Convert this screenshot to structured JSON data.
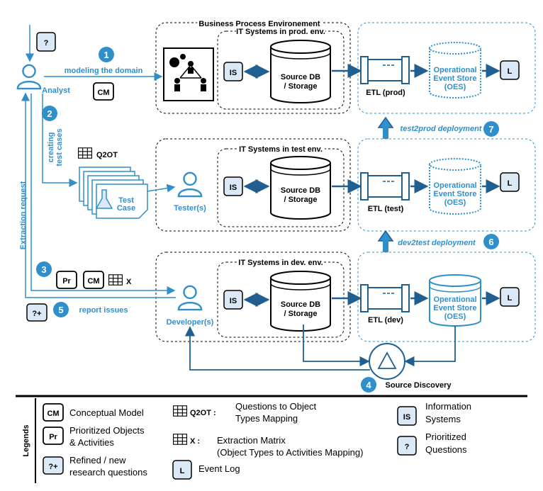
{
  "groups": {
    "business": "Business Process Environement",
    "prod_it": "IT Systems in prod. env.",
    "test_it": "IT Systems in test env.",
    "dev_it": "IT Systems in dev. env."
  },
  "nodes": {
    "is": "IS",
    "source_db_1": "Source DB",
    "source_db_2": "/ Storage",
    "oes_1": "Operational",
    "oes_2": "Event Store",
    "oes_3": "(OES)",
    "etl_prod": "ETL (prod)",
    "etl_test": "ETL (test)",
    "etl_dev": "ETL (dev)",
    "log": "L",
    "analyst": "Analyst",
    "tester": "Tester(s)",
    "developer": "Developer(s)",
    "test_case_1": "Test",
    "test_case_2": "Case",
    "question": "?",
    "question_plus": "?+",
    "cm": "CM",
    "pr": "Pr",
    "q2ot": "Q2OT",
    "x": "X"
  },
  "steps": {
    "s1": "1",
    "s1_label": "modeling the domain",
    "s2": "2",
    "s2_label_1": "creating",
    "s2_label_2": "test cases",
    "s3": "3",
    "s3_label": "Extraction request",
    "s4": "4",
    "s4_label": "Source Discovery",
    "s5": "5",
    "s5_label": "report issues",
    "s6": "6",
    "s6_label": "dev2test deployment",
    "s7": "7",
    "s7_label": "test2prod deployment"
  },
  "legend": {
    "title": "Legends",
    "cm_badge": "CM",
    "cm_text": "Conceptual Model",
    "pr_badge": "Pr",
    "pr_text_1": "Prioritized Objects",
    "pr_text_2": "& Activities",
    "qp_badge": "?+",
    "qp_text_1": "Refined / new",
    "qp_text_2": "research questions",
    "q2ot_badge": "Q2OT :",
    "q2ot_text_1": "Questions to Object",
    "q2ot_text_2": "Types Mapping",
    "x_badge": "X :",
    "x_text_1": "Extraction Matrix",
    "x_text_2": "(Object Types to Activities Mapping)",
    "l_badge": "L",
    "l_text": "Event Log",
    "is_badge": "IS",
    "is_text_1": "Information",
    "is_text_2": "Systems",
    "q_badge": "?",
    "q_text_1": "Prioritized",
    "q_text_2": "Questions"
  },
  "colors": {
    "accent": "#2f8fcb",
    "badge_fill": "#dbe9f6",
    "node_stroke": "#1f5f91"
  }
}
